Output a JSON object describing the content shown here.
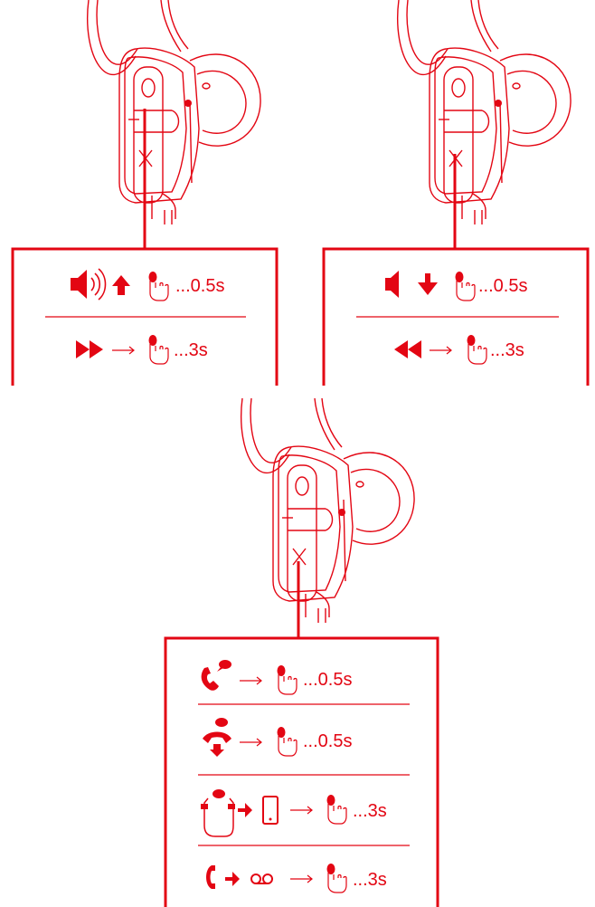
{
  "colors": {
    "accent": "#e30613",
    "background": "#ffffff"
  },
  "panels": {
    "volume_up": {
      "rows": [
        {
          "icons": [
            "speaker-loud-icon",
            "arrow-up-icon",
            "finger-press-icon"
          ],
          "duration": "...0.5s"
        },
        {
          "icons": [
            "fast-forward-icon",
            "arrow-right-icon",
            "finger-press-icon"
          ],
          "duration": "...3s"
        }
      ]
    },
    "volume_down": {
      "rows": [
        {
          "icons": [
            "speaker-quiet-icon",
            "arrow-down-icon",
            "finger-press-icon"
          ],
          "duration": "...0.5s"
        },
        {
          "icons": [
            "rewind-icon",
            "arrow-right-icon",
            "finger-press-icon"
          ],
          "duration": "...3s"
        }
      ]
    },
    "calls": {
      "rows": [
        {
          "icons": [
            "answer-call-icon",
            "arrow-right-icon",
            "finger-press-icon"
          ],
          "duration": "...0.5s"
        },
        {
          "icons": [
            "end-call-icon",
            "arrow-right-icon",
            "finger-press-icon"
          ],
          "duration": "...0.5s"
        },
        {
          "icons": [
            "transfer-call-icon",
            "arrow-right-icon",
            "phone-icon",
            "arrow-right-icon",
            "finger-press-icon"
          ],
          "duration": "...3s"
        },
        {
          "icons": [
            "call-icon",
            "arrow-right-icon",
            "voicemail-icon",
            "arrow-right-icon",
            "finger-press-icon"
          ],
          "duration": "...3s"
        }
      ]
    }
  }
}
